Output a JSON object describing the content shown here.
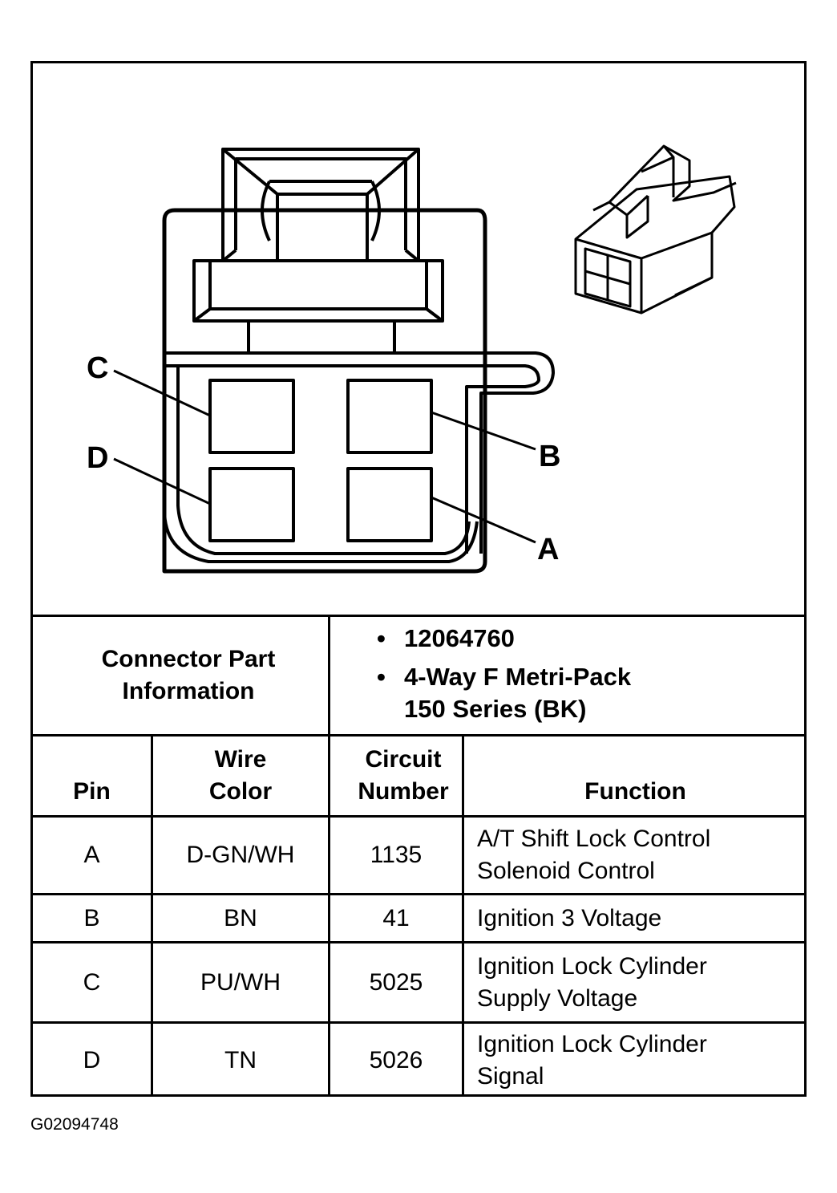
{
  "diagram": {
    "pin_labels": {
      "a": "A",
      "b": "B",
      "c": "C",
      "d": "D"
    }
  },
  "part_info": {
    "label": "Connector Part Information",
    "bullets": [
      "12064760",
      "4-Way F Metri-Pack 150 Series (BK)"
    ]
  },
  "table": {
    "headers": {
      "pin": "Pin",
      "wire_color": "Wire Color",
      "circuit": "Circuit Number",
      "function": "Function"
    },
    "rows": [
      {
        "pin": "A",
        "wire_color": "D-GN/WH",
        "circuit": "1135",
        "function": "A/T Shift Lock Control Solenoid Control"
      },
      {
        "pin": "B",
        "wire_color": "BN",
        "circuit": "41",
        "function": "Ignition 3 Voltage"
      },
      {
        "pin": "C",
        "wire_color": "PU/WH",
        "circuit": "5025",
        "function": "Ignition Lock Cylinder Supply Voltage"
      },
      {
        "pin": "D",
        "wire_color": "TN",
        "circuit": "5026",
        "function": "Ignition Lock Cylinder Signal"
      }
    ]
  },
  "figure_id": "G02094748"
}
